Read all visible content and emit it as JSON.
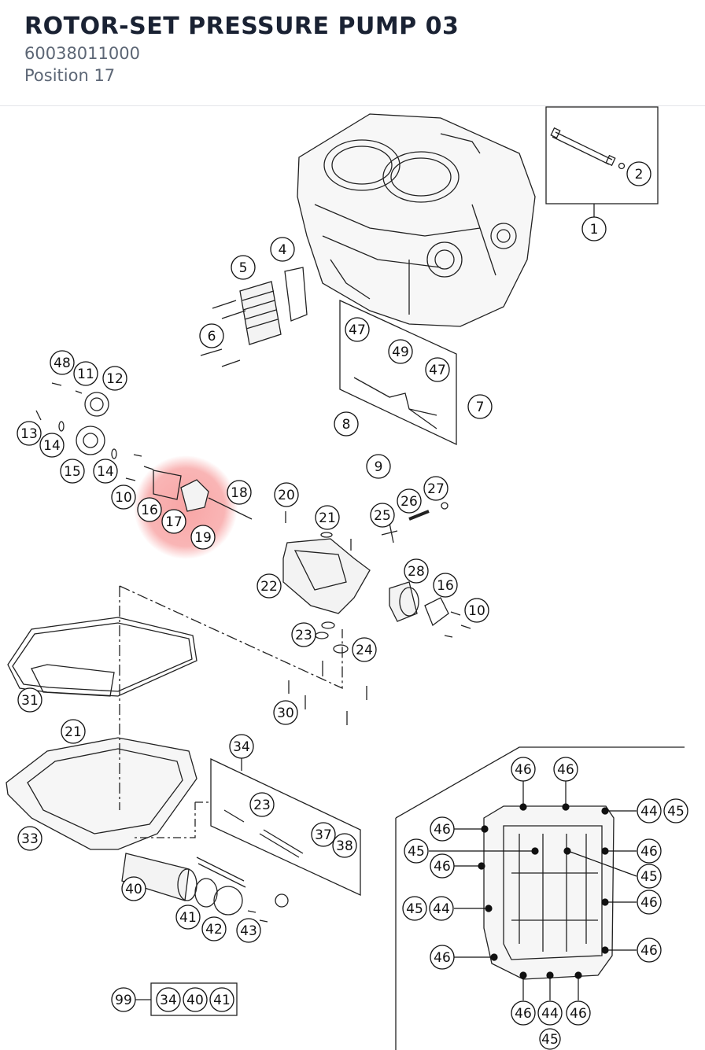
{
  "header": {
    "title": "ROTOR-SET PRESSURE PUMP 03",
    "part_number": "60038011000",
    "position": "Position 17"
  },
  "highlight": {
    "position_label": "17",
    "color": "#f25b5b"
  },
  "callouts": {
    "c1": "1",
    "c2": "2",
    "c4": "4",
    "c5": "5",
    "c6": "6",
    "c7": "7",
    "c8": "8",
    "c9": "9",
    "c10a": "10",
    "c10b": "10",
    "c11": "11",
    "c12": "12",
    "c13": "13",
    "c14a": "14",
    "c14b": "14",
    "c15": "15",
    "c16a": "16",
    "c16b": "16",
    "c17": "17",
    "c18": "18",
    "c19": "19",
    "c20": "20",
    "c21a": "21",
    "c21b": "21",
    "c22": "22",
    "c23a": "23",
    "c23b": "23",
    "c24": "24",
    "c25": "25",
    "c26": "26",
    "c27": "27",
    "c28": "28",
    "c30": "30",
    "c31": "31",
    "c33": "33",
    "c34": "34",
    "c37": "37",
    "c38": "38",
    "c40": "40",
    "c41": "41",
    "c42": "42",
    "c43": "43",
    "c47a": "47",
    "c47b": "47",
    "c48": "48",
    "c49": "49",
    "c99": "99",
    "c34k": "34",
    "c40k": "40",
    "c41k": "41",
    "d46a": "46",
    "d46b": "46",
    "d44a": "44",
    "d45a": "45",
    "d46c": "46",
    "d45b": "45",
    "d46d": "46",
    "d46e": "46",
    "d45c": "45",
    "d45d": "45",
    "d44b": "44",
    "d46f": "46",
    "d46g": "46",
    "d46h": "46",
    "d46i": "46",
    "d44c": "44",
    "d46j": "46",
    "d45e": "45"
  },
  "colors": {
    "line": "#222222",
    "part_fill": "#f3f3f3",
    "highlight": "#f25b5b"
  }
}
